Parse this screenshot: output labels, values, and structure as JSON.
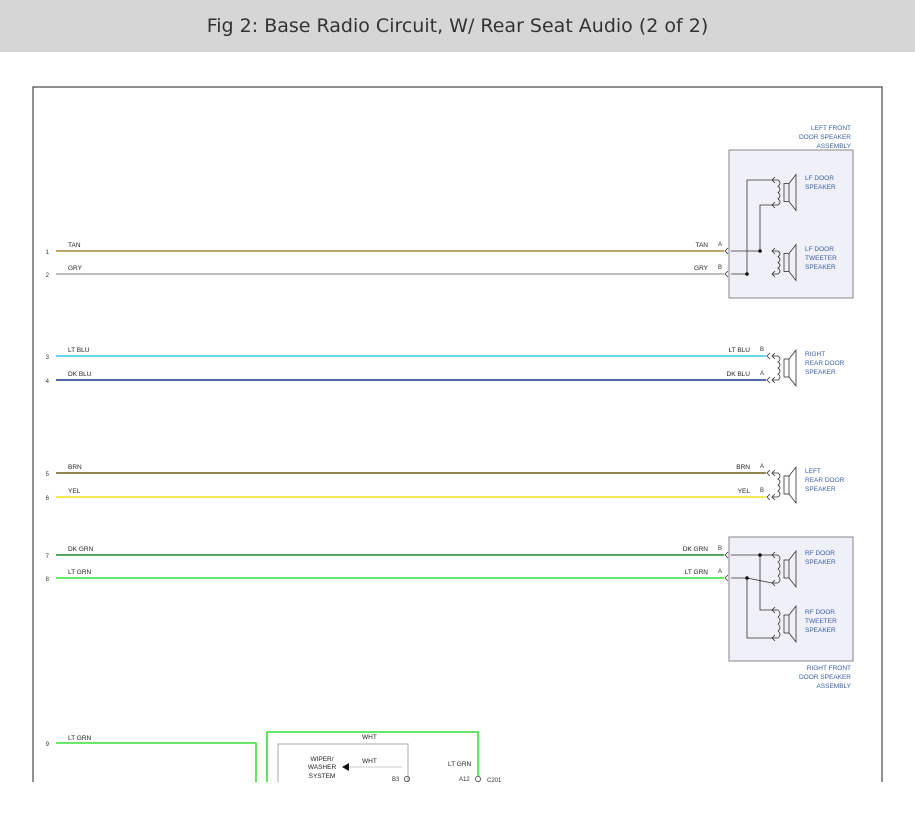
{
  "header": {
    "title": "Fig 2: Base Radio Circuit, W/ Rear Seat Audio (2 of 2)"
  },
  "components": {
    "lf_assembly": [
      "LEFT FRONT",
      "DOOR SPEAKER",
      "ASSEMBLY"
    ],
    "lf_door_speaker": [
      "LF DOOR",
      "SPEAKER"
    ],
    "lf_tweeter": [
      "LF DOOR",
      "TWEETER",
      "SPEAKER"
    ],
    "right_rear": [
      "RIGHT",
      "REAR DOOR",
      "SPEAKER"
    ],
    "left_rear": [
      "LEFT",
      "REAR DOOR",
      "SPEAKER"
    ],
    "rf_door_speaker": [
      "RF DOOR",
      "SPEAKER"
    ],
    "rf_tweeter": [
      "RF DOOR",
      "TWEETER",
      "SPEAKER"
    ],
    "rf_assembly": [
      "RIGHT FRONT",
      "DOOR SPEAKER",
      "ASSEMBLY"
    ],
    "wiper": [
      "WIPER/",
      "WASHER",
      "SYSTEM"
    ]
  },
  "wires": [
    {
      "num": "1",
      "left_label": "TAN",
      "right_label": "TAN",
      "pin": "A",
      "color": "#b08a3a"
    },
    {
      "num": "2",
      "left_label": "GRY",
      "right_label": "GRY",
      "pin": "B",
      "color": "#a8a8a8"
    },
    {
      "num": "3",
      "left_label": "LT BLU",
      "right_label": "LT BLU",
      "pin": "B",
      "color": "#38c8e8"
    },
    {
      "num": "4",
      "left_label": "DK BLU",
      "right_label": "DK BLU",
      "pin": "A",
      "color": "#1a3c8c"
    },
    {
      "num": "5",
      "left_label": "BRN",
      "right_label": "BRN",
      "pin": "A",
      "color": "#6e5c14"
    },
    {
      "num": "6",
      "left_label": "YEL",
      "right_label": "YEL",
      "pin": "B",
      "color": "#f0e020"
    },
    {
      "num": "7",
      "left_label": "DK GRN",
      "right_label": "DK GRN",
      "pin": "B",
      "color": "#1e8c28"
    },
    {
      "num": "8",
      "left_label": "LT GRN",
      "right_label": "LT GRN",
      "pin": "A",
      "color": "#38e038"
    }
  ],
  "bottom": {
    "wire9_num": "9",
    "wire9_label": "LT GRN",
    "wht_top": "WHT",
    "wht_inner": "WHT",
    "ltgrn_right": "LT GRN",
    "b3": "B3",
    "a12": "A12",
    "c201": "C201",
    "green": "#38e038"
  }
}
